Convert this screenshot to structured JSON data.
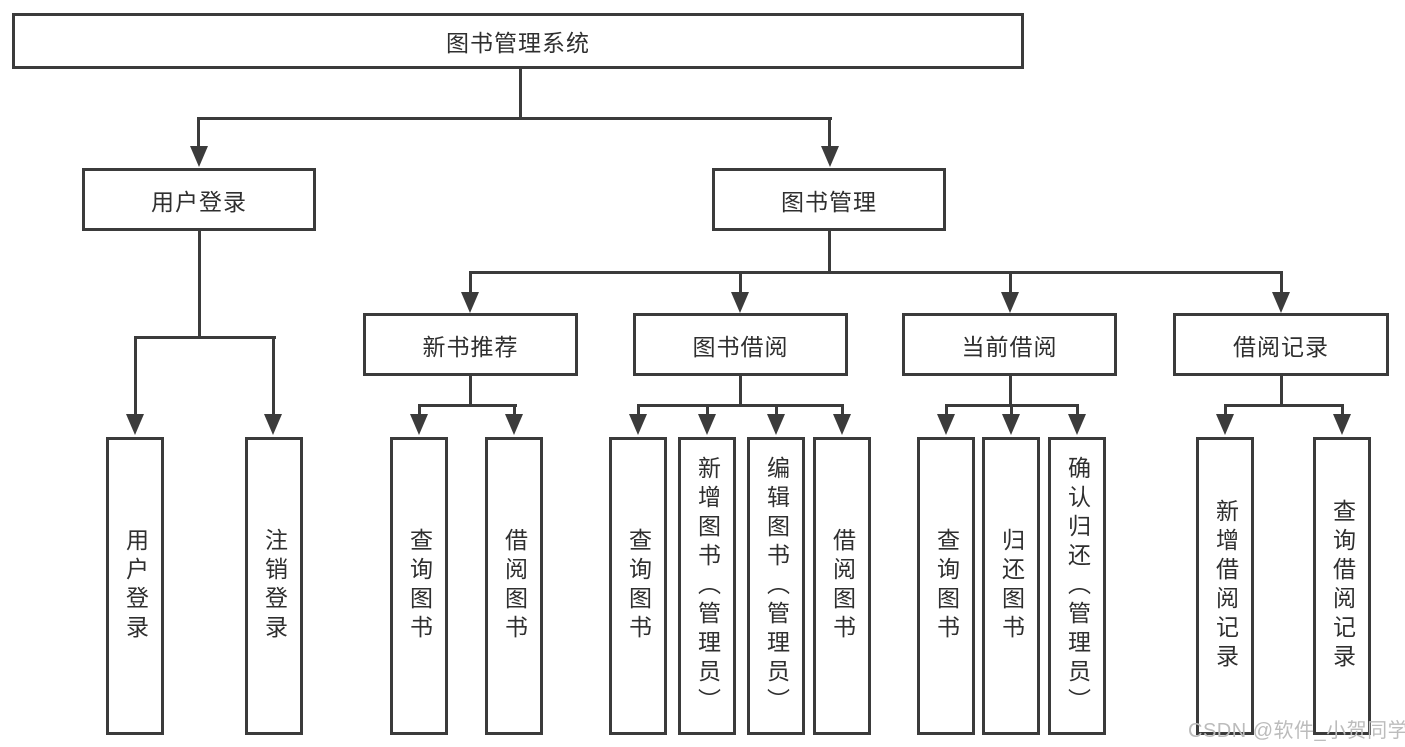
{
  "diagram": {
    "type": "tree-structure-diagram",
    "background_color": "#ffffff",
    "line_color": "#3b3b3b",
    "text_color": "#2f2f2f",
    "watermark_color": "#bcbcbc"
  },
  "nodes": {
    "root": "图书管理系统",
    "user_login": "用户登录",
    "book_management": "图书管理",
    "new_book_recommend": "新书推荐",
    "book_borrow": "图书借阅",
    "current_borrow": "当前借阅",
    "borrow_record": "借阅记录",
    "leaf_user_login": "用户登录",
    "leaf_logout": "注销登录",
    "leaf_rec_query_book": "查询图书",
    "leaf_rec_borrow_book": "借阅图书",
    "leaf_bb_query_book": "查询图书",
    "leaf_bb_add_book": "新增图书（管理员）",
    "leaf_bb_edit_book": "编辑图书（管理员）",
    "leaf_bb_borrow_book": "借阅图书",
    "leaf_cb_query_book": "查询图书",
    "leaf_cb_return_book": "归还图书",
    "leaf_cb_confirm_return": "确认归还（管理员）",
    "leaf_br_add_record": "新增借阅记录",
    "leaf_br_query_record": "查询借阅记录"
  },
  "watermark": "CSDN @软件_小贺同学"
}
